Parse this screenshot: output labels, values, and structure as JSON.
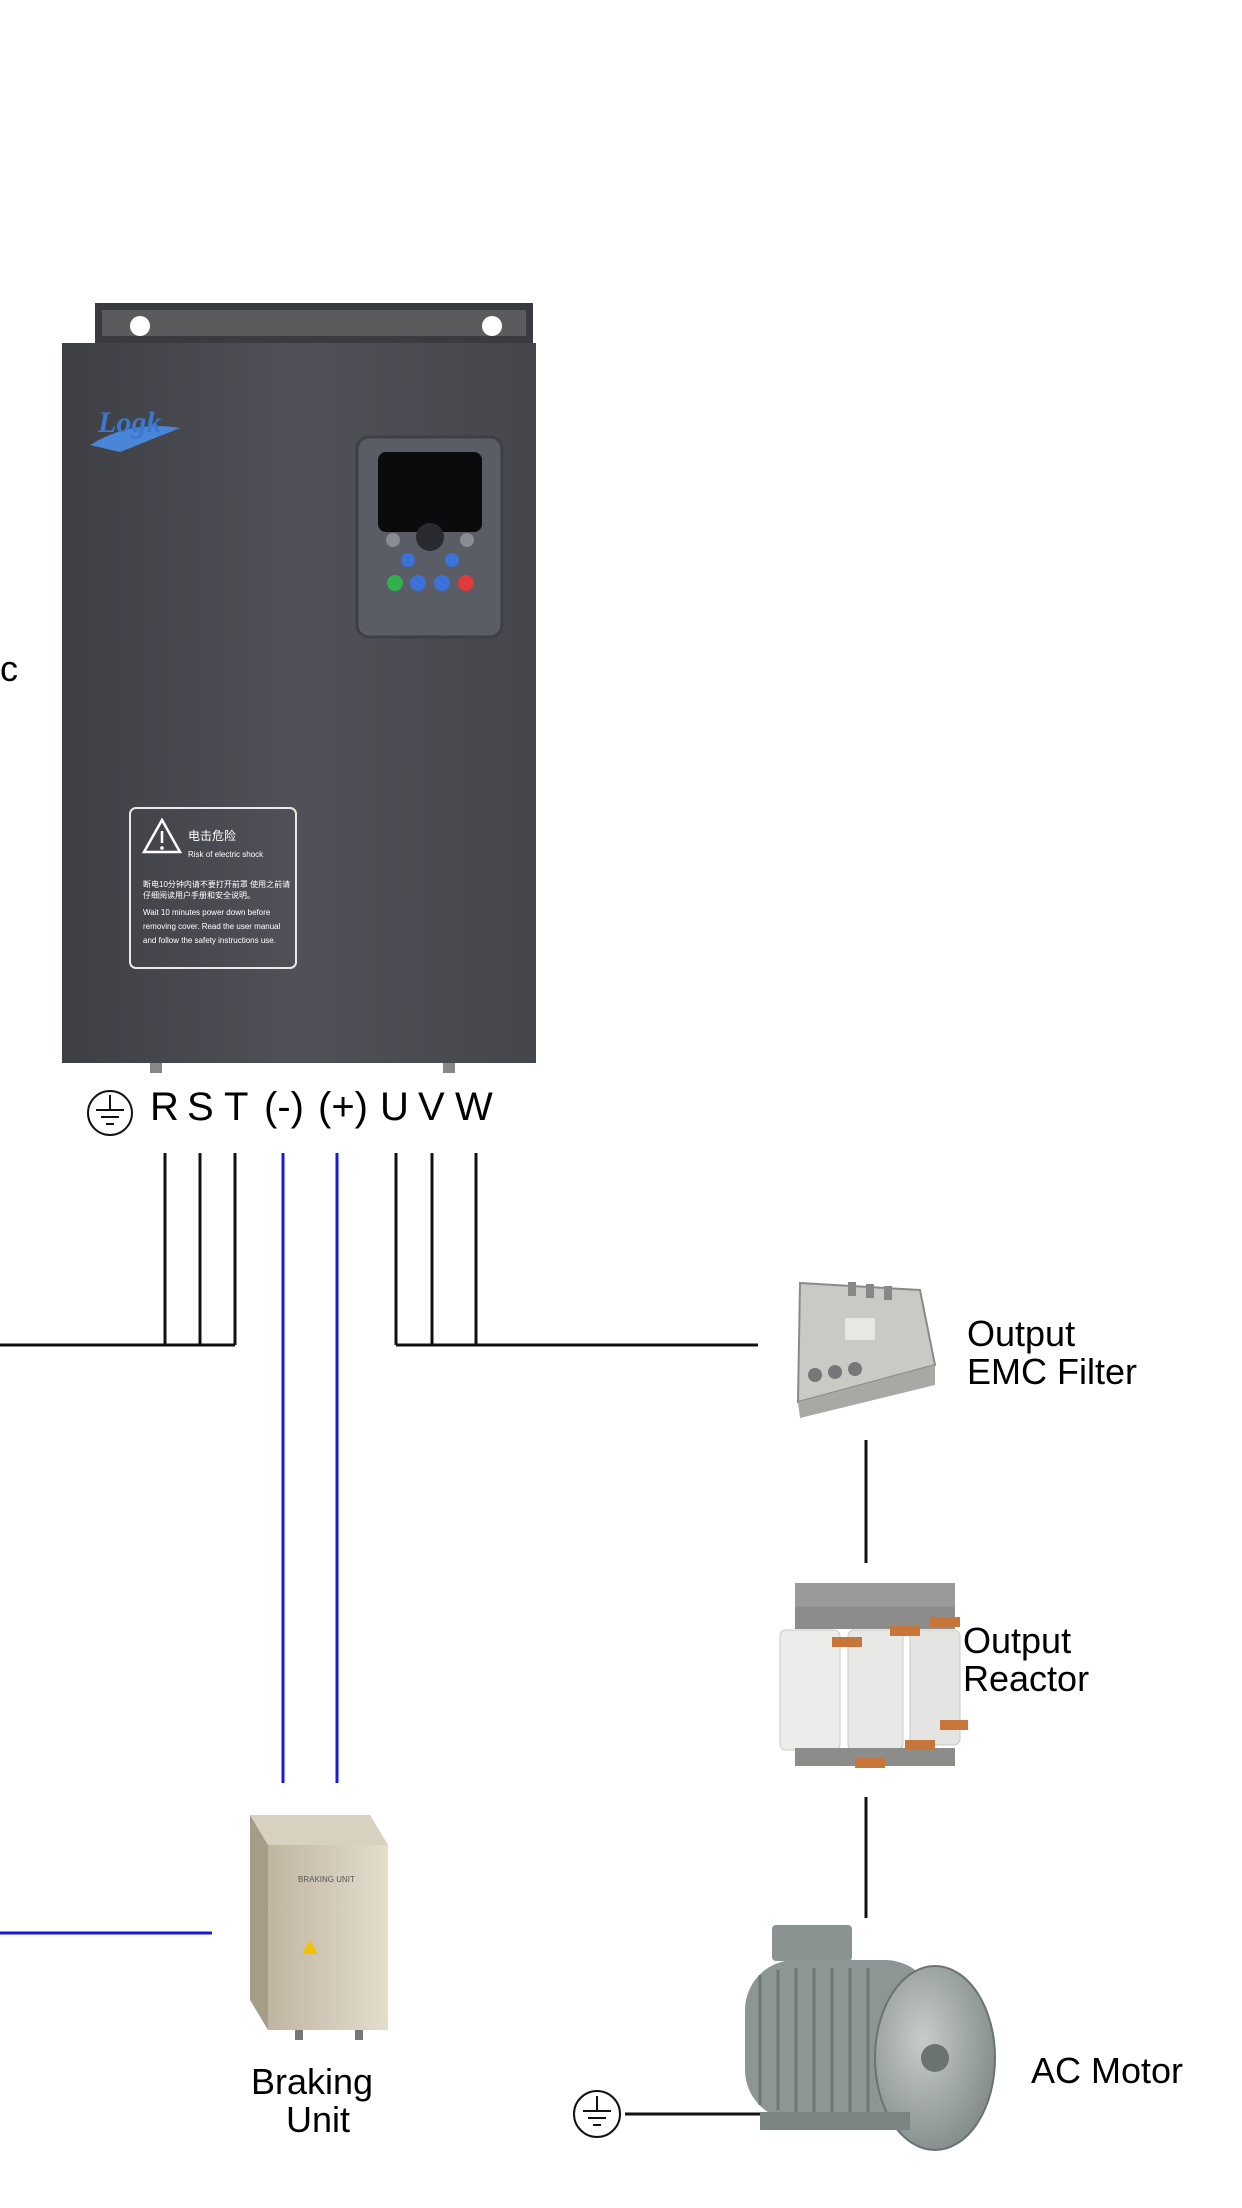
{
  "left_label_fragment": "c",
  "terminals": {
    "r": "R",
    "s": "S",
    "t": "T",
    "dc_minus": "(-)",
    "dc_plus": "(+)",
    "u": "U",
    "v": "V",
    "w": "W"
  },
  "drive": {
    "brand": "Logk",
    "warning_title_cn": "电击危险",
    "warning_title_en": "Risk of electric shock",
    "warning_body_cn_1": "断电10分钟内请不要打开前罩 使用之前请",
    "warning_body_cn_2": "仔细阅读用户手册和安全说明。",
    "warning_body_en_1": "Wait 10 minutes power down before",
    "warning_body_en_2": "removing cover. Read the user manual",
    "warning_body_en_3": "and follow the safety instructions use."
  },
  "components": {
    "emc_filter": {
      "line1": "Output",
      "line2": "EMC Filter"
    },
    "reactor": {
      "line1": "Output",
      "line2": "Reactor"
    },
    "braking_unit": {
      "line1": "Braking",
      "line2": "Unit",
      "panel_text": "BRAKING UNIT"
    },
    "motor": {
      "label": "AC Motor"
    }
  },
  "colors": {
    "wire": "#111111",
    "dc_wire": "#1a1ad6",
    "drive_body": "#4a4b51",
    "keypad": "#5a5c66"
  }
}
